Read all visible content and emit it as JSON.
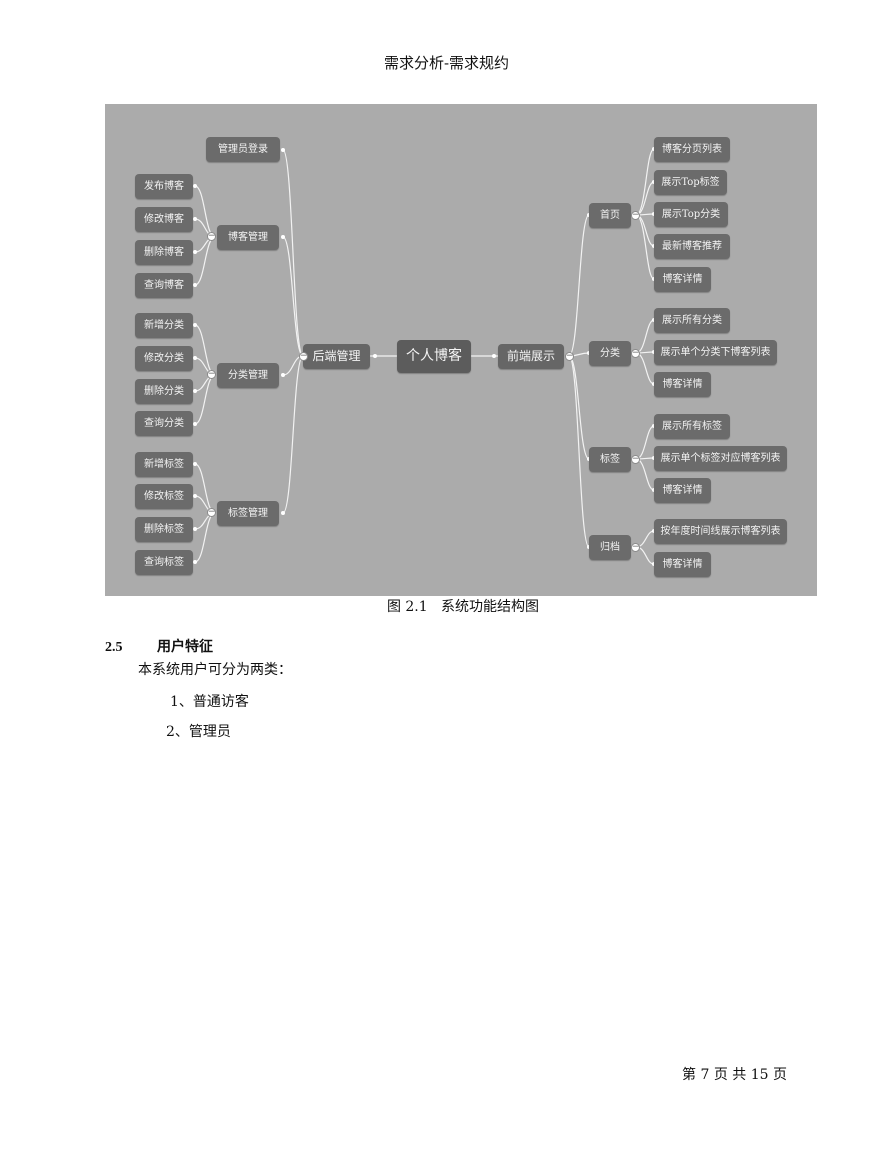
{
  "header": {
    "title": "需求分析-需求规约"
  },
  "figure": {
    "root": "个人博客",
    "backend": {
      "label": "后端管理",
      "admin_login": "管理员登录",
      "blog_mgmt": {
        "label": "博客管理",
        "items": [
          "发布博客",
          "修改博客",
          "删除博客",
          "查询博客"
        ]
      },
      "category_mgmt": {
        "label": "分类管理",
        "items": [
          "新增分类",
          "修改分类",
          "删除分类",
          "查询分类"
        ]
      },
      "tag_mgmt": {
        "label": "标签管理",
        "items": [
          "新增标签",
          "修改标签",
          "删除标签",
          "查询标签"
        ]
      }
    },
    "frontend": {
      "label": "前端展示",
      "home": {
        "label": "首页",
        "items": [
          "博客分页列表",
          "展示Top标签",
          "展示Top分类",
          "最新博客推荐",
          "博客详情"
        ]
      },
      "category": {
        "label": "分类",
        "items": [
          "展示所有分类",
          "展示单个分类下博客列表",
          "博客详情"
        ]
      },
      "tag": {
        "label": "标签",
        "items": [
          "展示所有标签",
          "展示单个标签对应博客列表",
          "博客详情"
        ]
      },
      "archive": {
        "label": "归档",
        "items": [
          "按年度时间线展示博客列表",
          "博客详情"
        ]
      }
    },
    "caption": "图 2.1   系统功能结构图"
  },
  "section": {
    "number": "2.5",
    "title": "用户特征",
    "intro": "本系统用户可分为两类：",
    "items": [
      "1、普通访客",
      "2、管理员"
    ]
  },
  "footer": {
    "page": "第 7 页 共 15 页"
  }
}
